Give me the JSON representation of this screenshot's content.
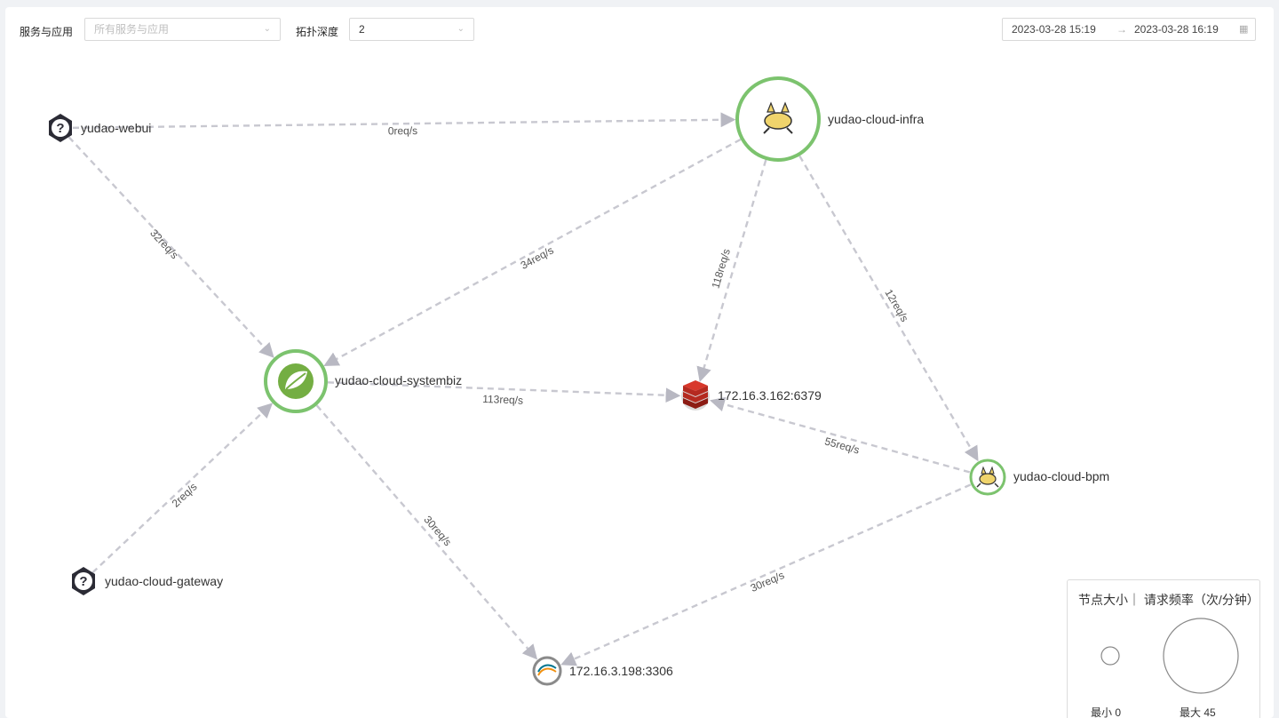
{
  "toolbar": {
    "service_label": "服务与应用",
    "service_placeholder": "所有服务与应用",
    "depth_label": "拓扑深度",
    "depth_value": "2",
    "range_start": "2023-03-28 15:19",
    "range_arrow": "→",
    "range_end": "2023-03-28 16:19"
  },
  "nodes": [
    {
      "id": "webui",
      "label": "yudao-webui",
      "type": "unknown"
    },
    {
      "id": "infra",
      "label": "yudao-cloud-infra",
      "type": "tomcat"
    },
    {
      "id": "systembiz",
      "label": "yudao-cloud-systembiz",
      "type": "spring"
    },
    {
      "id": "redis",
      "label": "172.16.3.162:6379",
      "type": "redis"
    },
    {
      "id": "bpm",
      "label": "yudao-cloud-bpm",
      "type": "tomcat"
    },
    {
      "id": "gateway",
      "label": "yudao-cloud-gateway",
      "type": "unknown"
    },
    {
      "id": "mysql",
      "label": "172.16.3.198:3306",
      "type": "mysql"
    }
  ],
  "edges": [
    {
      "from": "webui",
      "to": "infra",
      "label": "0req/s"
    },
    {
      "from": "webui",
      "to": "systembiz",
      "label": "32req/s"
    },
    {
      "from": "infra",
      "to": "systembiz",
      "label": "34req/s"
    },
    {
      "from": "infra",
      "to": "redis",
      "label": "118req/s"
    },
    {
      "from": "infra",
      "to": "bpm",
      "label": "12req/s"
    },
    {
      "from": "systembiz",
      "to": "redis",
      "label": "113req/s"
    },
    {
      "from": "bpm",
      "to": "redis",
      "label": "55req/s"
    },
    {
      "from": "gateway",
      "to": "systembiz",
      "label": "2req/s"
    },
    {
      "from": "systembiz",
      "to": "mysql",
      "label": "30req/s"
    },
    {
      "from": "bpm",
      "to": "mysql",
      "label": "30req/s"
    }
  ],
  "legend": {
    "title": "节点大小｜ 请求频率（次/分钟）",
    "min_label": "最小 0",
    "max_label": "最大 45"
  },
  "colors": {
    "node_ring": "#7cc36e",
    "edge": "#c8c8d0",
    "unknown_node": "#2b2b35",
    "redis": "#b52a20"
  }
}
